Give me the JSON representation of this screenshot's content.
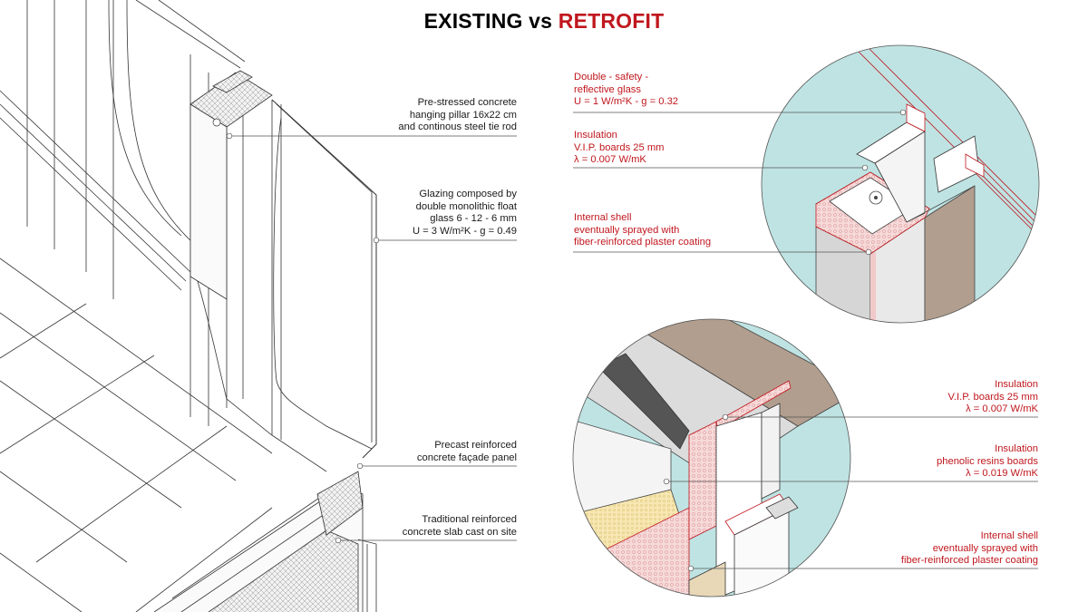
{
  "title": {
    "part1": "EXISTING vs",
    "part2": "RETROFIT"
  },
  "colors": {
    "accent": "#c0171e",
    "glass": "#bfe3e3",
    "line": "#222222",
    "wood": "#b19e8e",
    "grey": "#d9d9d9"
  },
  "existing_labels": [
    {
      "lines": [
        "Pre-stressed concrete",
        "hanging pillar 16x22 cm",
        "and continous steel tie rod"
      ]
    },
    {
      "lines": [
        "Glazing composed by",
        "double monolithic float",
        "glass 6 - 12 - 6 mm",
        "U = 3 W/m²K - g = 0.49"
      ]
    },
    {
      "lines": [
        "Precast reinforced",
        "concrete façade panel"
      ]
    },
    {
      "lines": [
        "Traditional reinforced",
        "concrete slab cast on site"
      ]
    }
  ],
  "retrofit_top_labels": [
    {
      "lines": [
        "Double - safety -",
        "reflective glass",
        "U = 1 W/m²K - g = 0.32"
      ]
    },
    {
      "lines": [
        "Insulation",
        "V.I.P. boards 25 mm",
        "λ = 0.007 W/mK"
      ]
    },
    {
      "lines": [
        "Internal shell",
        "eventually sprayed with",
        "fiber-reinforced plaster coating"
      ]
    }
  ],
  "retrofit_bottom_labels": [
    {
      "lines": [
        "Insulation",
        "V.I.P. boards 25 mm",
        "λ = 0.007 W/mK"
      ]
    },
    {
      "lines": [
        "Insulation",
        "phenolic resins boards",
        "λ = 0.019 W/mK"
      ]
    },
    {
      "lines": [
        "Internal shell",
        "eventually sprayed with",
        "fiber-reinforced plaster coating"
      ]
    }
  ]
}
